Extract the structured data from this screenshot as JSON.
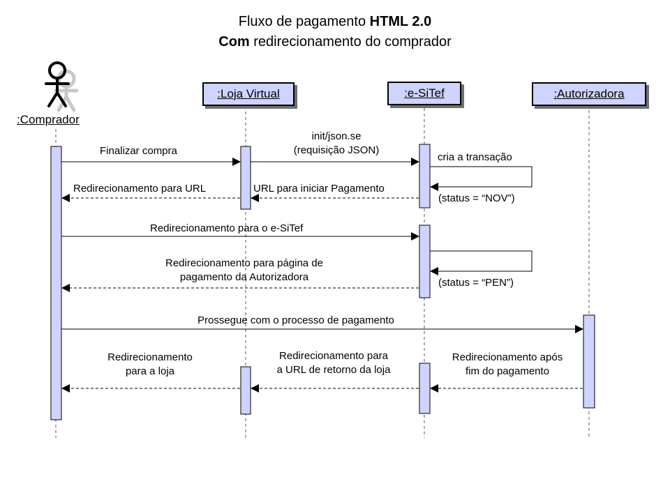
{
  "title": {
    "line1_prefix": "Fluxo de pagamento ",
    "line1_bold": "HTML 2.0",
    "line2_bold": "Com",
    "line2_rest": " redirecionamento do comprador"
  },
  "participants": {
    "comprador": ":Comprador",
    "loja": ":Loja Virtual",
    "esitef": ":e-SiTef",
    "autorizadora": ":Autorizadora"
  },
  "messages": {
    "finalizar_compra": "Finalizar compra",
    "init_json_line1": "init/json.se",
    "init_json_line2": "(requisição JSON)",
    "cria_transacao": "cria a transação",
    "status_nov": "(status = “NOV”)",
    "url_iniciar": "URL para iniciar Pagamento",
    "redirect_url": "Redirecionamento para URL",
    "redirect_esitef": "Redirecionamento para o e-SiTef",
    "status_pen": "(status = “PEN”)",
    "redirect_pagina_line1": "Redirecionamento para página de",
    "redirect_pagina_line2": "pagamento da Autorizadora",
    "prossegue": "Prossegue com o processo de pagamento",
    "apos_fim_line1": "Redirecionamento após",
    "apos_fim_line2": "fim do pagamento",
    "retorno_loja_line1": "Redirecionamento para",
    "retorno_loja_line2": "a URL de retorno da loja",
    "para_loja_line1": "Redirecionamento",
    "para_loja_line2": "para a loja"
  }
}
